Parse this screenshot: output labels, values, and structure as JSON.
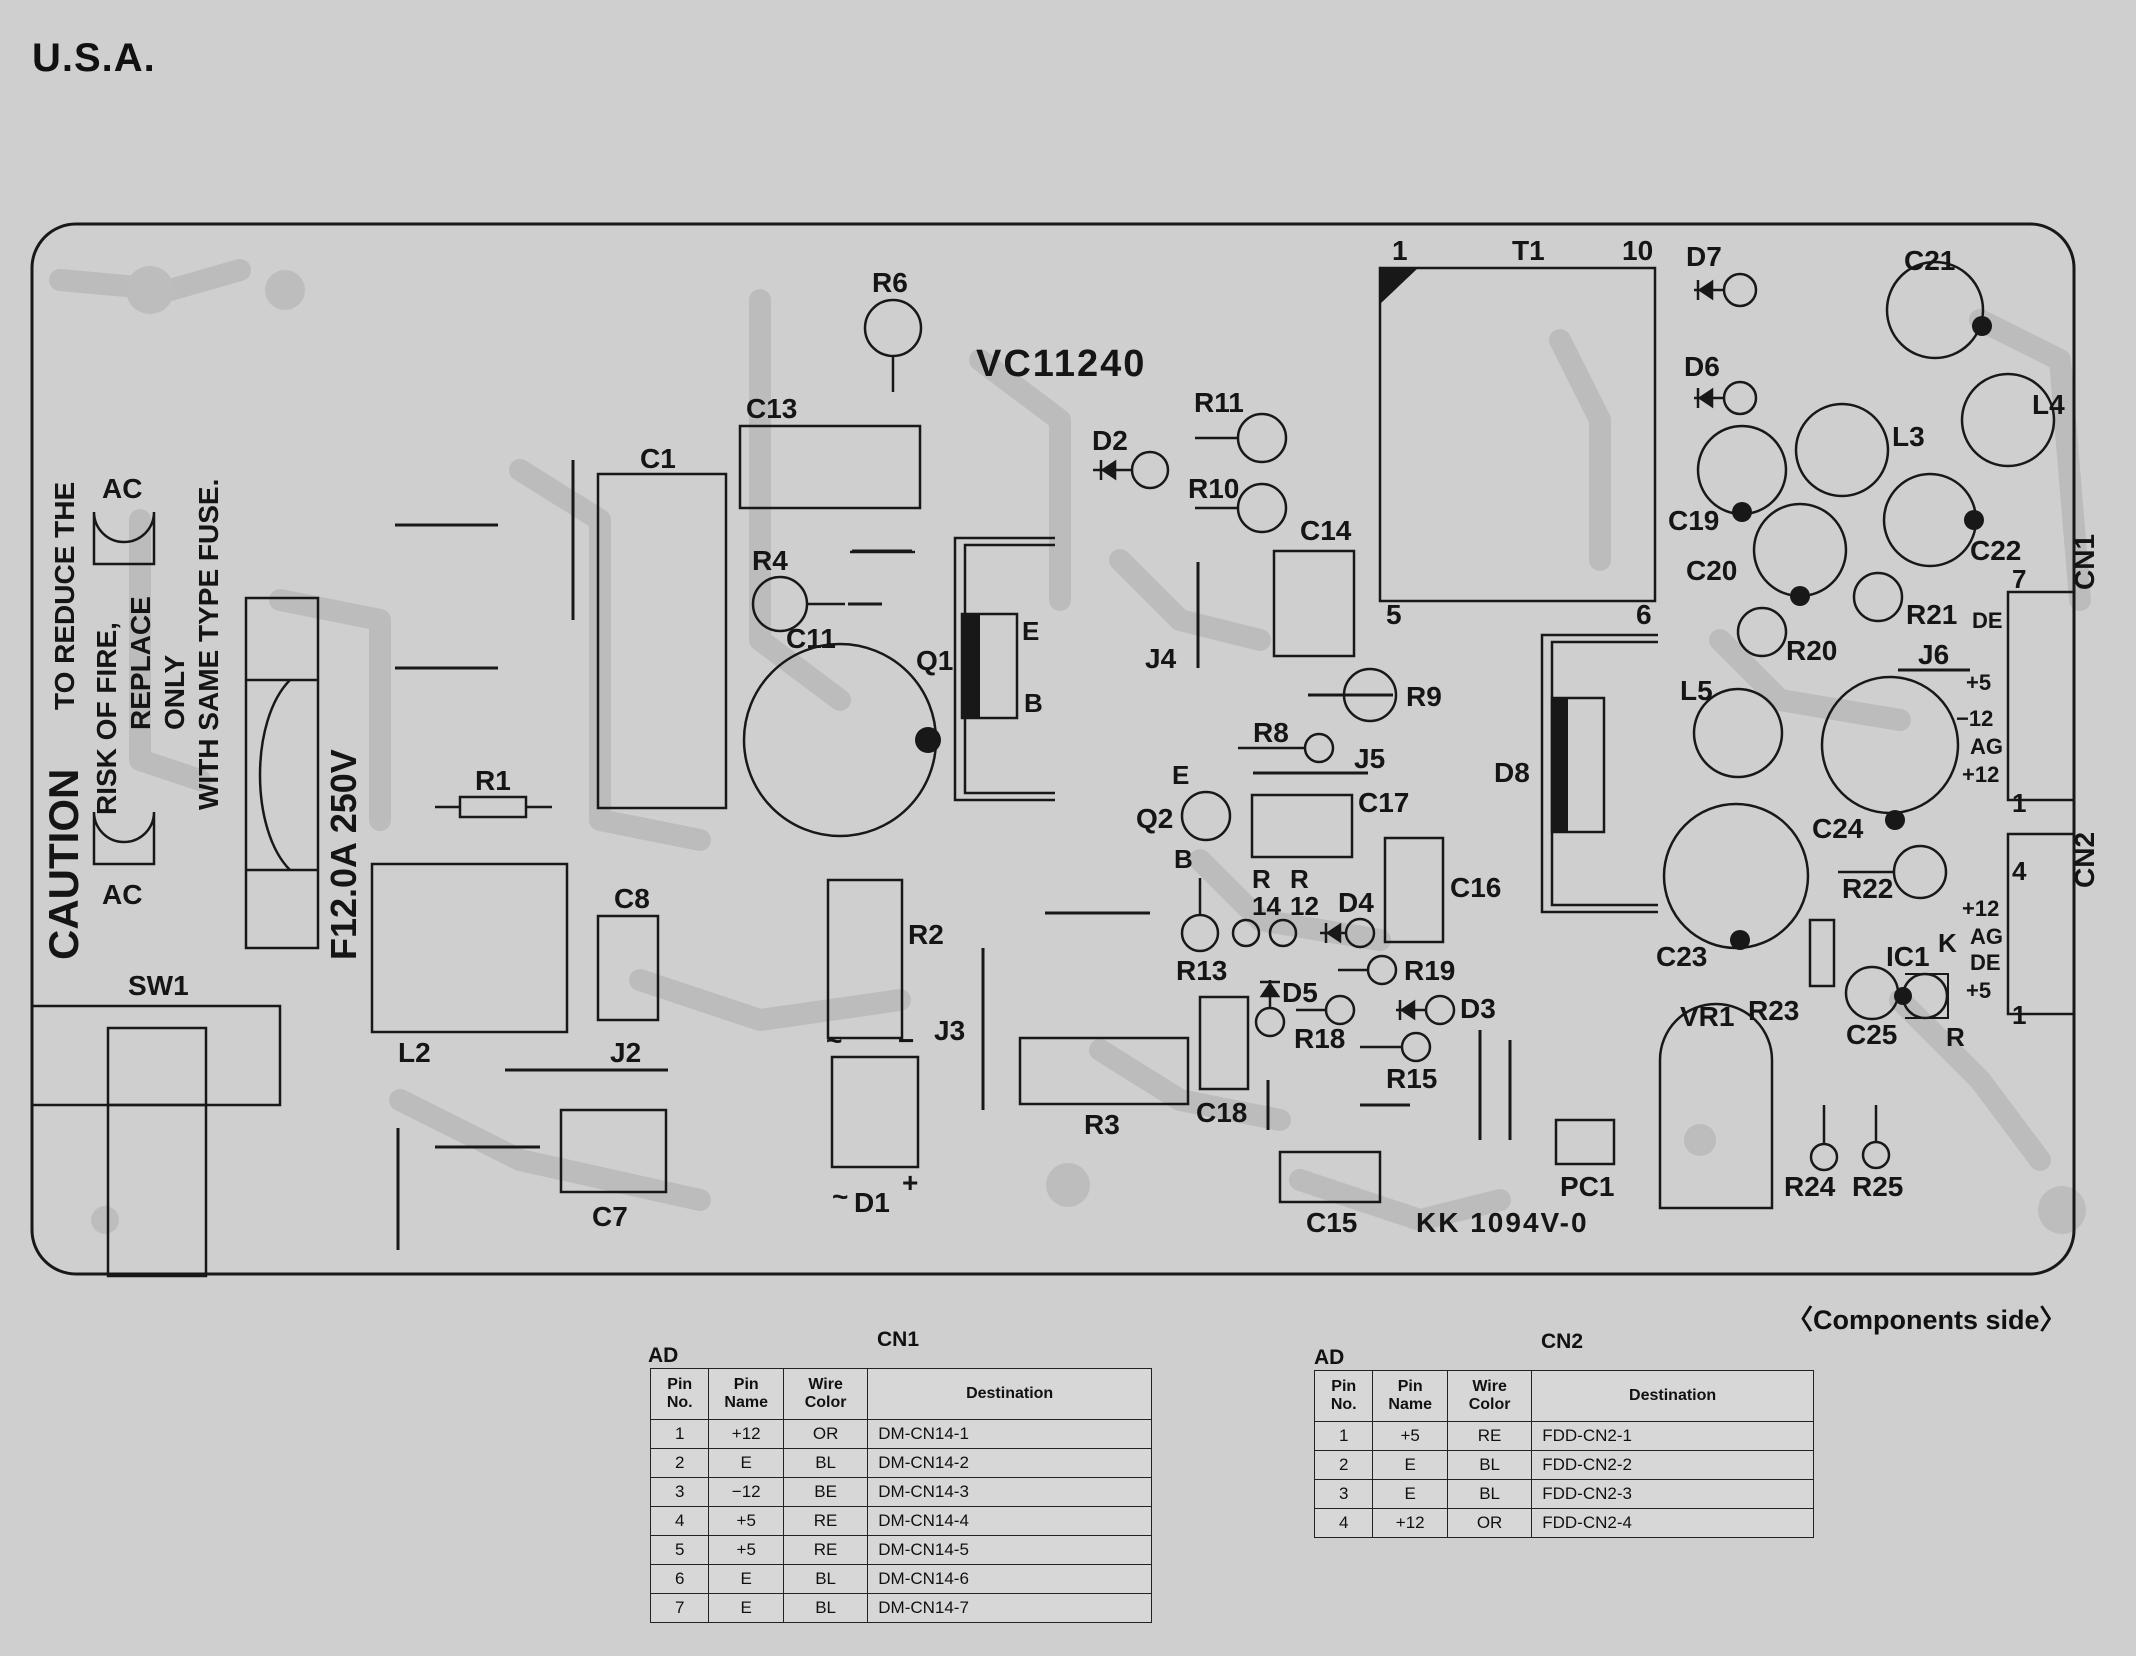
{
  "region_label": "U.S.A.",
  "board": {
    "model": "VC11240",
    "pcb_mark": "KK 1094V-0",
    "caution": {
      "title": "CAUTION",
      "line1": "TO REDUCE THE",
      "line2": "RISK OF FIRE,",
      "line3": "REPLACE",
      "line4": "ONLY",
      "line5": "WITH SAME TYPE FUSE."
    },
    "fuse_rating": "F12.0A 250V",
    "ac_labels": [
      "AC",
      "AC"
    ],
    "components": {
      "sw1": "SW1",
      "r1": "R1",
      "r2": "R2",
      "r3": "R3",
      "r4": "R4",
      "r6": "R6",
      "r8": "R8",
      "r9": "R9",
      "r10": "R10",
      "r11": "R11",
      "r13": "R13",
      "r14a": "R",
      "r14b": "14",
      "r12a": "R",
      "r12b": "12",
      "r15": "R15",
      "r18": "R18",
      "r19": "R19",
      "r20": "R20",
      "r21": "R21",
      "r22": "R22",
      "r23": "R23",
      "r24": "R24",
      "r25": "R25",
      "c1": "C1",
      "c7": "C7",
      "c8": "C8",
      "c11": "C11",
      "c13": "C13",
      "c14": "C14",
      "c15": "C15",
      "c16": "C16",
      "c17": "C17",
      "c18": "C18",
      "c19": "C19",
      "c20": "C20",
      "c21": "C21",
      "c22": "C22",
      "c23": "C23",
      "c24": "C24",
      "c25": "C25",
      "l2": "L2",
      "l3": "L3",
      "l4": "L4",
      "l5": "L5",
      "d1": "D1",
      "d2": "D2",
      "d3": "D3",
      "d4": "D4",
      "d5": "D5",
      "d6": "D6",
      "d7": "D7",
      "d8": "D8",
      "q1": "Q1",
      "q2": "Q2",
      "j2": "J2",
      "j3": "J3",
      "j4": "J4",
      "j5": "J5",
      "j6": "J6",
      "t1": "T1",
      "t1_pin1": "1",
      "t1_pin10": "10",
      "t1_pin5": "5",
      "t1_pin6": "6",
      "ic1": "IC1",
      "ic1_k": "K",
      "ic1_r": "R",
      "vr1": "VR1",
      "pc1": "PC1",
      "cn1": "CN1",
      "cn2": "CN2",
      "cn1_pin7": "7",
      "cn1_pin1": "1",
      "cn2_pin4": "4",
      "cn2_pin1": "1",
      "q1_e": "E",
      "q1_b": "B",
      "q2_e": "E",
      "q2_b": "B",
      "d1_tilde1": "~",
      "d1_tilde2": "~",
      "d1_minus": "−",
      "d1_plus": "+",
      "cn1_de": "DE",
      "cn1_p5": "+5",
      "cn1_m12": "−12",
      "cn1_ag": "AG",
      "cn1_p12": "+12",
      "cn2_p12": "+12",
      "cn2_ag": "AG",
      "cn2_de": "DE",
      "cn2_p5": "+5"
    }
  },
  "side_label": "〈Components side〉",
  "tables": [
    {
      "ad": "AD",
      "name": "CN1",
      "headers": [
        "Pin\nNo.",
        "Pin\nName",
        "Wire\nColor",
        "Destination"
      ],
      "rows": [
        [
          "1",
          "+12",
          "OR",
          "DM-CN14-1"
        ],
        [
          "2",
          "E",
          "BL",
          "DM-CN14-2"
        ],
        [
          "3",
          "−12",
          "BE",
          "DM-CN14-3"
        ],
        [
          "4",
          "+5",
          "RE",
          "DM-CN14-4"
        ],
        [
          "5",
          "+5",
          "RE",
          "DM-CN14-5"
        ],
        [
          "6",
          "E",
          "BL",
          "DM-CN14-6"
        ],
        [
          "7",
          "E",
          "BL",
          "DM-CN14-7"
        ]
      ]
    },
    {
      "ad": "AD",
      "name": "CN2",
      "headers": [
        "Pin\nNo.",
        "Pin\nName",
        "Wire\nColor",
        "Destination"
      ],
      "rows": [
        [
          "1",
          "+5",
          "RE",
          "FDD-CN2-1"
        ],
        [
          "2",
          "E",
          "BL",
          "FDD-CN2-2"
        ],
        [
          "3",
          "E",
          "BL",
          "FDD-CN2-3"
        ],
        [
          "4",
          "+12",
          "OR",
          "FDD-CN2-4"
        ]
      ]
    }
  ]
}
